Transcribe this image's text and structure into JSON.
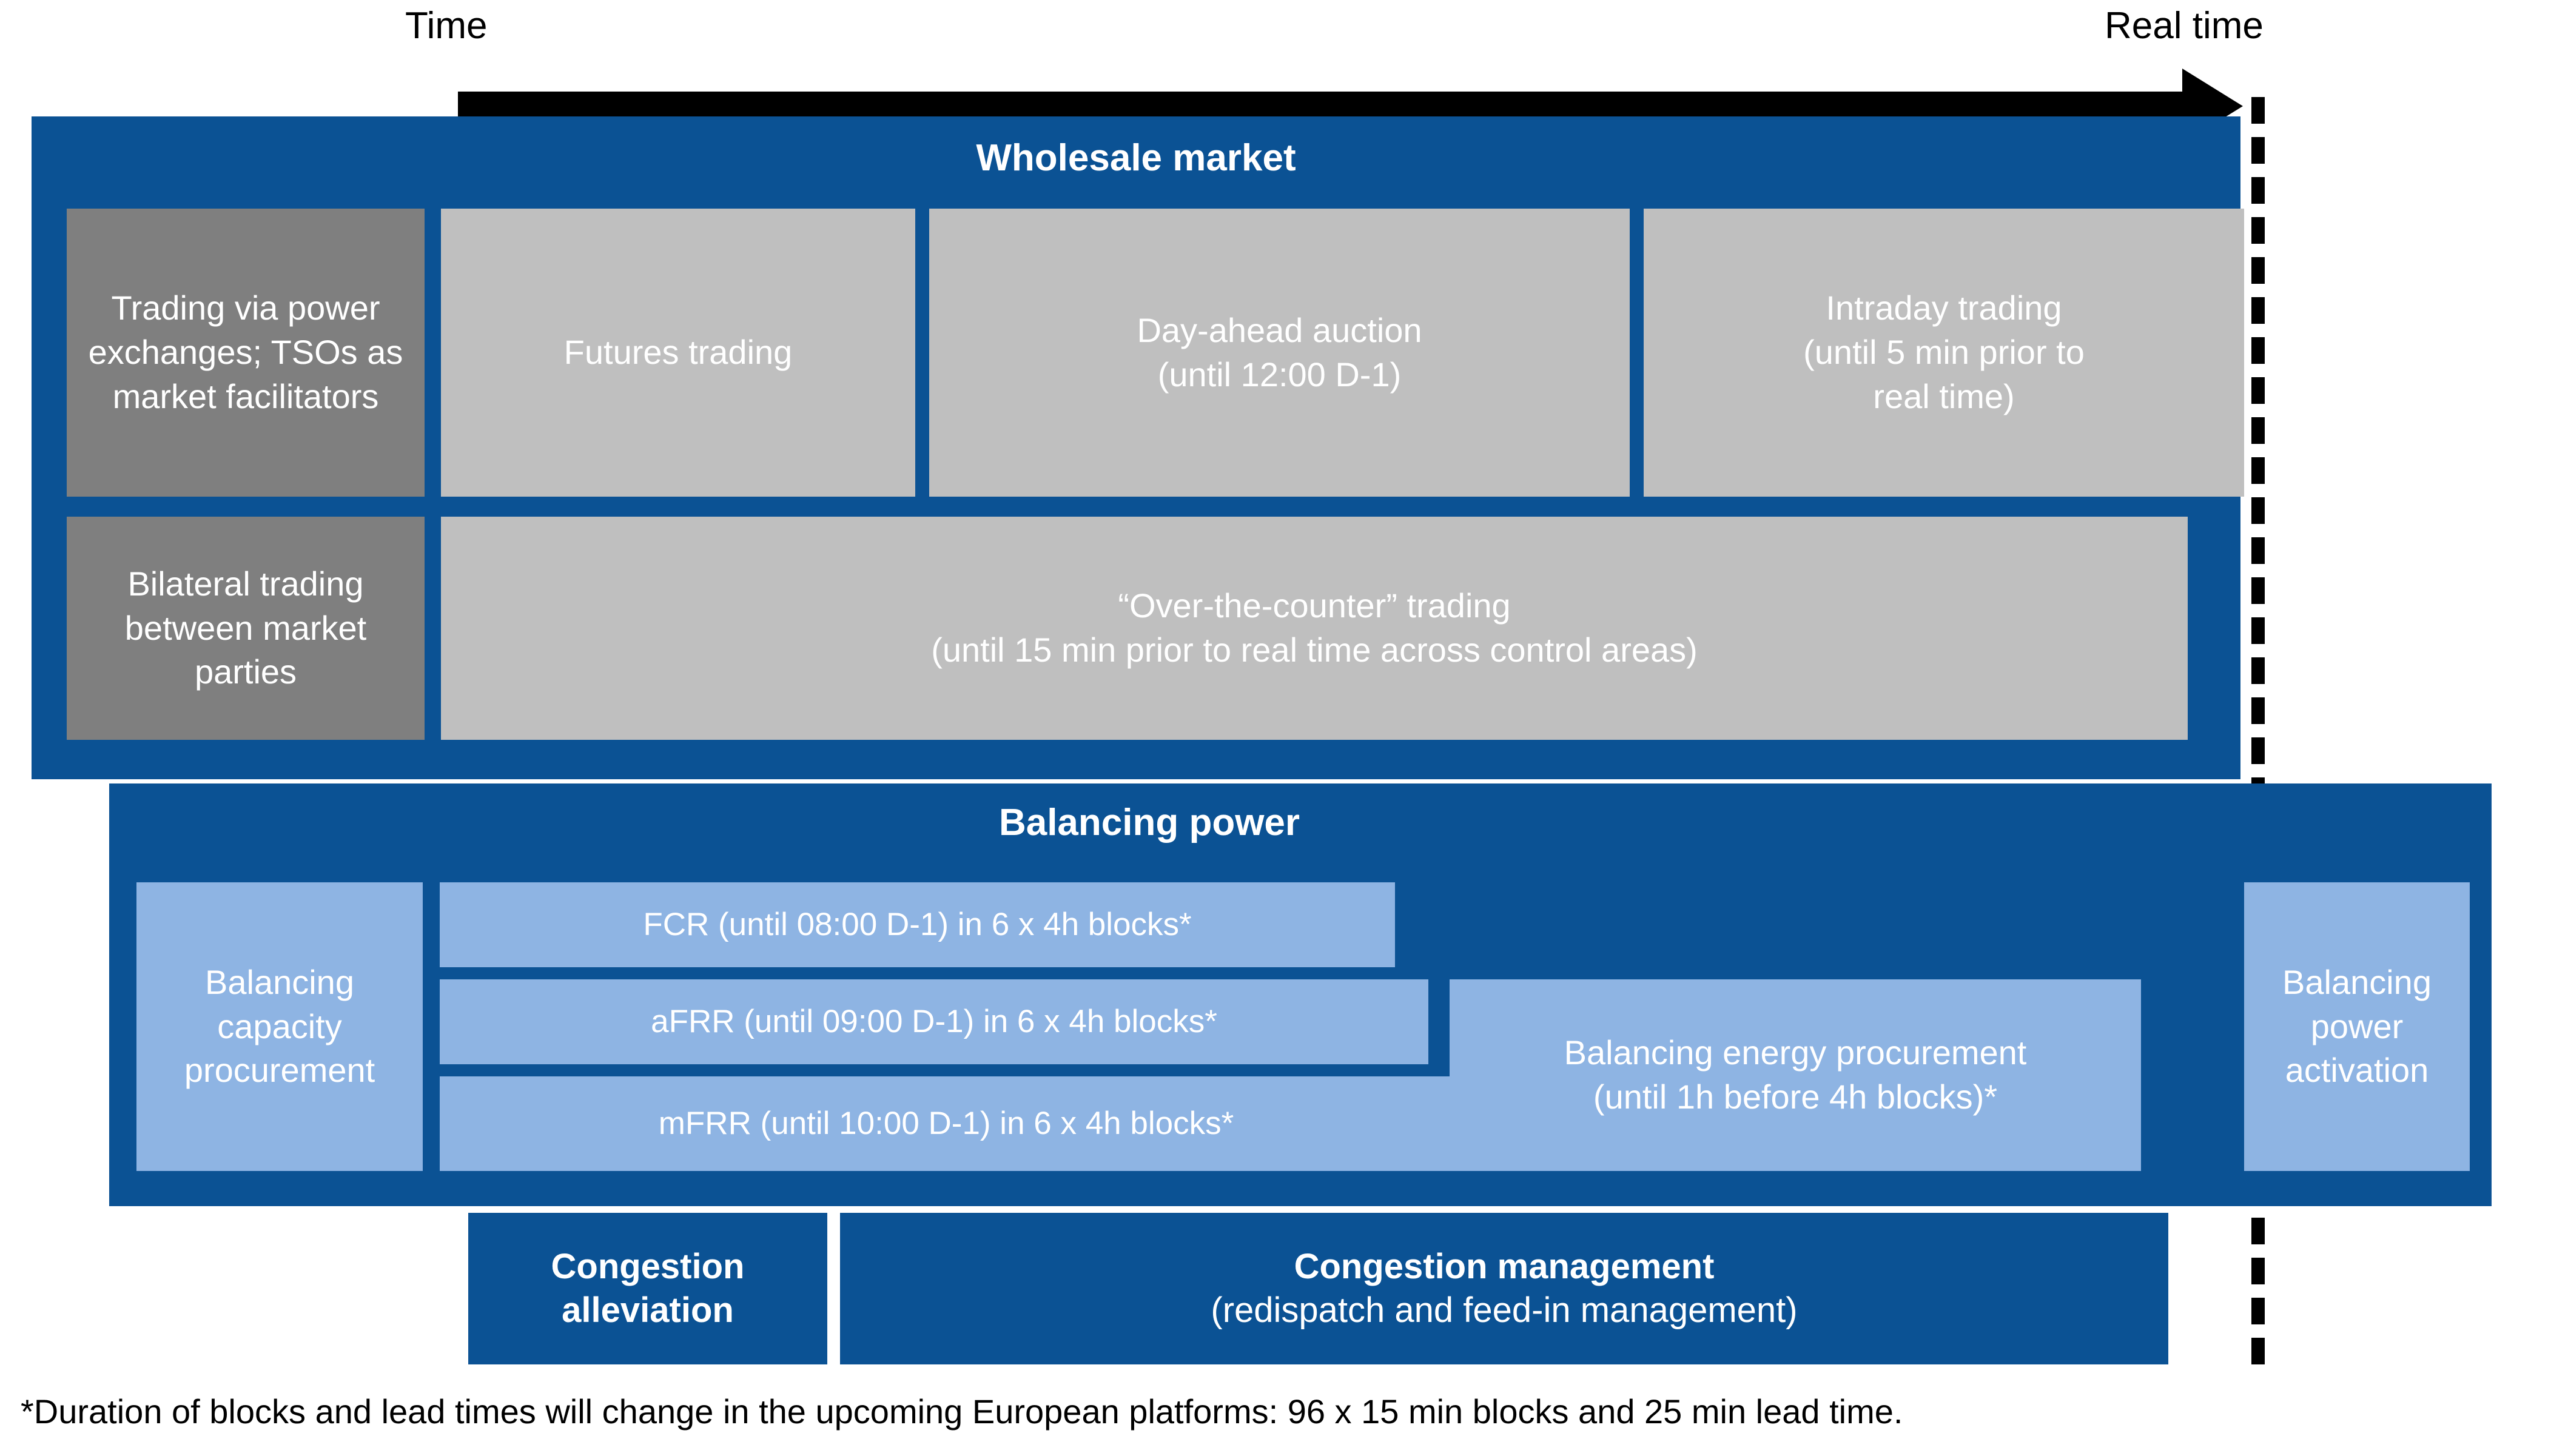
{
  "axis": {
    "left_label": "Time",
    "right_label": "Real time"
  },
  "wholesale": {
    "title": "Wholesale market",
    "row1": {
      "actor": "Trading via power exchanges; TSOs as market facilitators",
      "items": [
        {
          "label": "Futures trading"
        },
        {
          "label": "Day-ahead auction\n(until 12:00 D-1)"
        },
        {
          "label": "Intraday trading\n(until 5 min prior to\nreal time)"
        }
      ]
    },
    "row2": {
      "actor": "Bilateral trading between market parties",
      "item": "“Over-the-counter” trading\n(until 15 min prior to real time across control areas)"
    }
  },
  "balancing": {
    "title": "Balancing power",
    "capacity_label": "Balancing capacity procurement",
    "products": [
      "FCR (until 08:00 D-1) in 6 x 4h blocks*",
      "aFRR (until 09:00 D-1) in 6 x 4h blocks*",
      "mFRR (until 10:00 D-1) in 6 x 4h blocks*"
    ],
    "energy_procurement": "Balancing energy procurement\n(until 1h before 4h blocks)*",
    "activation": "Balancing power activation"
  },
  "congestion": {
    "alleviation": "Congestion alleviation",
    "management_title": "Congestion management",
    "management_sub": "(redispatch and feed-in management)"
  },
  "footnote": "*Duration of blocks and lead times will change in the upcoming European platforms: 96 x 15 min blocks and 25 min lead time.",
  "colors": {
    "brand_blue": "#0b5294",
    "light_blue": "#8eb4e3",
    "dark_grey": "#7f7f7f",
    "light_grey": "#bfbfbf",
    "black": "#000000",
    "white": "#ffffff"
  }
}
